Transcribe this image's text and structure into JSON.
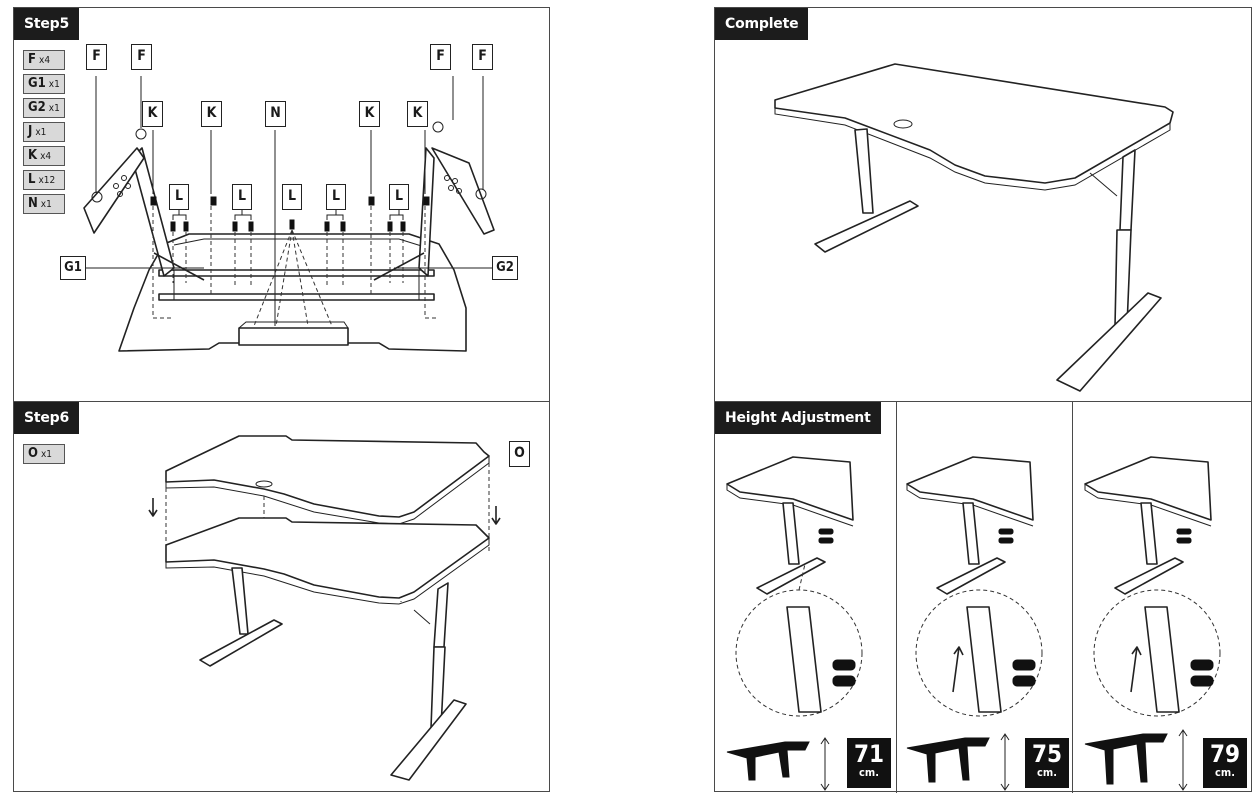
{
  "step5": {
    "title": "Step5",
    "parts": [
      {
        "letter": "F",
        "qty": "x4"
      },
      {
        "letter": "G1",
        "qty": "x1"
      },
      {
        "letter": "G2",
        "qty": "x1"
      },
      {
        "letter": "J",
        "qty": "x1"
      },
      {
        "letter": "K",
        "qty": "x4"
      },
      {
        "letter": "L",
        "qty": "x12"
      },
      {
        "letter": "N",
        "qty": "x1"
      }
    ],
    "callouts": {
      "F": "F",
      "K": "K",
      "L": "L",
      "N": "N",
      "G1": "G1",
      "G2": "G2"
    }
  },
  "step6": {
    "title": "Step6",
    "parts": [
      {
        "letter": "O",
        "qty": "x1"
      }
    ],
    "callout": "O"
  },
  "complete": {
    "title": "Complete"
  },
  "height": {
    "title": "Height Adjustment",
    "settings": [
      {
        "value": "71",
        "unit": "cm."
      },
      {
        "value": "75",
        "unit": "cm."
      },
      {
        "value": "79",
        "unit": "cm."
      }
    ]
  }
}
